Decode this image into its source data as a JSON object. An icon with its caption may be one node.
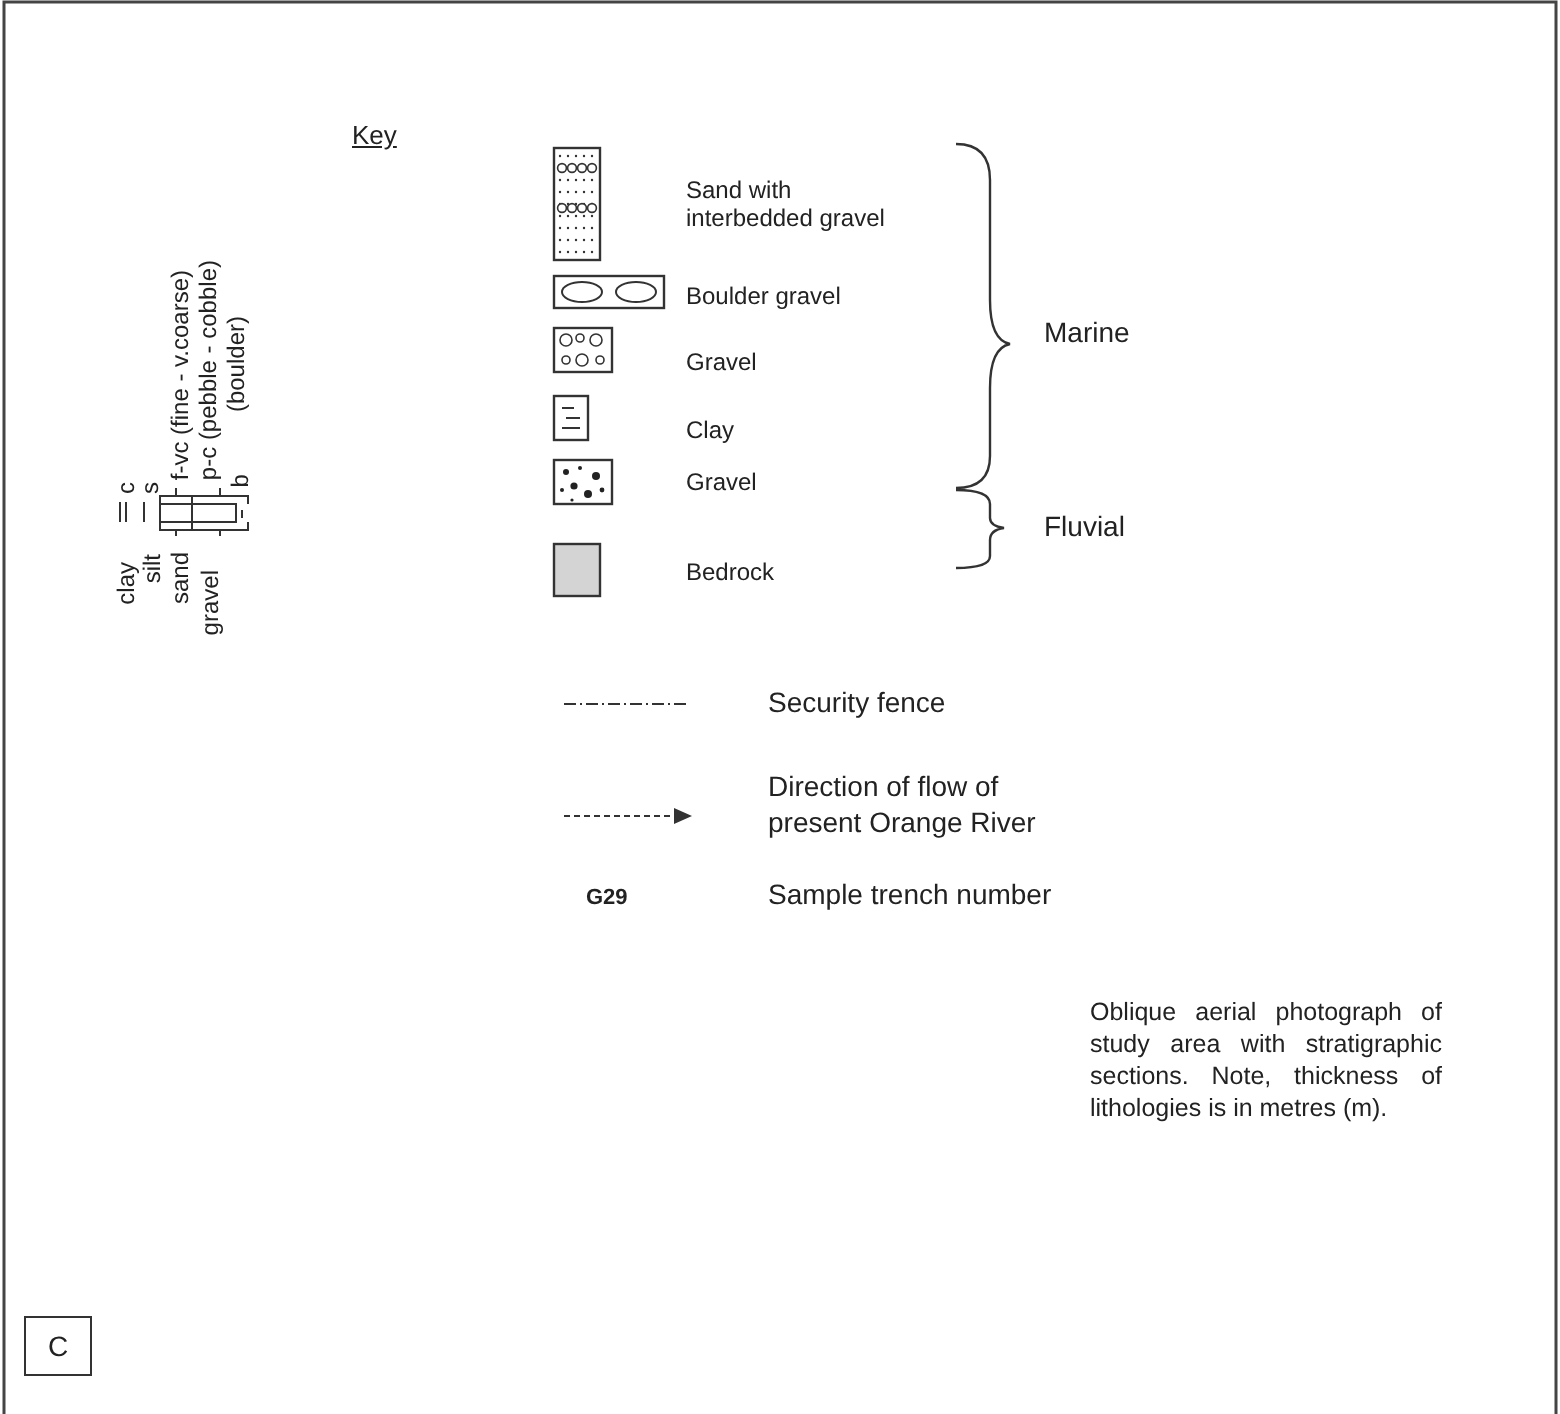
{
  "diagram": {
    "caption": "Oblique aerial photograph of study area with stratigraphic sections. Note, thickness of lithologies is in metres (m).",
    "labels": [
      "Key",
      "f-vc (fine - v.coarse)",
      "p-c (pebble - cobble)",
      "(boulder)",
      "c",
      "s",
      "b",
      "clay",
      "silt",
      "sand",
      "gravel",
      "Marine",
      "Fluvial",
      "G29",
      "C"
    ],
    "legend": [
      {
        "text": "Sand with interbedded gravel"
      },
      {
        "text": "Boulder gravel"
      },
      {
        "text": "Gravel"
      },
      {
        "text": "Clay"
      },
      {
        "text": "Gravel"
      },
      {
        "text": "Bedrock",
        "color": "#d4d4d4"
      },
      {
        "text": "Security fence"
      },
      {
        "text": "Direction of flow of present Orange River"
      },
      {
        "text": "Sample trench number"
      }
    ]
  }
}
